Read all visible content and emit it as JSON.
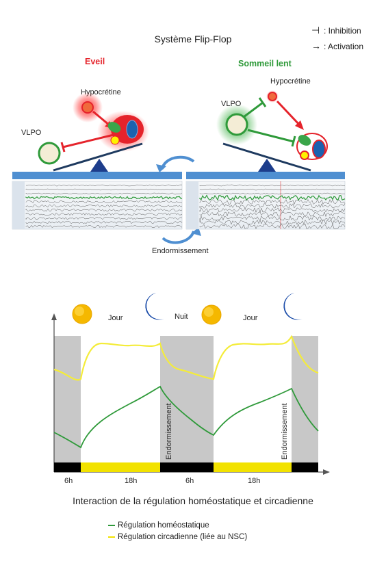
{
  "top": {
    "title": "Système Flip-Flop",
    "legend": [
      {
        "symbol": "⊣",
        "text": ": Inhibition"
      },
      {
        "symbol": "→",
        "text": ": Activation"
      }
    ],
    "eveil": {
      "title": "Eveil",
      "hypocretine": "Hypocrétine",
      "vlpo": "VLPO"
    },
    "sommeil": {
      "title": "Sommeil lent",
      "hypocretine": "Hypocrétine",
      "vlpo": "VLPO"
    },
    "transition_label": "Endormissement",
    "colors": {
      "red": "#e5232b",
      "green": "#2f9a3a",
      "blue": "#1b62b0",
      "navy": "#1e3a5f",
      "bar": "#4f8fd1"
    }
  },
  "bottom": {
    "icons": [
      "sun-icon",
      "moon-icon",
      "sun-icon",
      "moon-icon"
    ],
    "labels": {
      "jour1": "Jour",
      "nuit": "Nuit",
      "jour2": "Jour"
    },
    "vertical_labels": [
      "Endormissement",
      "Endormissement"
    ],
    "ticks": [
      "6h",
      "18h",
      "6h",
      "18h"
    ],
    "title": "Interaction de la régulation homéostatique et circadienne",
    "legend": [
      {
        "text": "Régulation homéostatique",
        "color": "#2f9a3a"
      },
      {
        "text": "Régulation circadienne (liée au NSC)",
        "color": "#f2e200"
      }
    ]
  }
}
